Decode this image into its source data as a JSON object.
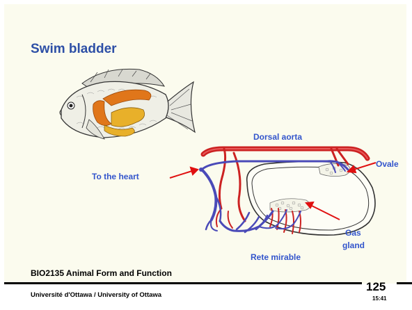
{
  "slide": {
    "title": "Swim bladder",
    "labels": {
      "dorsal_aorta": "Dorsal aorta",
      "to_heart": "To the heart",
      "ovale": "Ovale",
      "gas": "Gas",
      "gland": "gland",
      "rete_mirable": "Rete mirable"
    },
    "footer": {
      "course": "BIO2135 Animal Form and Function",
      "university": "Université d'Ottawa / University of Ottawa",
      "page_number": "125",
      "time": "15:41"
    }
  },
  "colors": {
    "title": "#2d4fa6",
    "label": "#3355cc",
    "panel": "#fbfbee",
    "artery": "#cc2222",
    "vein": "#4a4ab8",
    "arrow": "#e01010"
  }
}
